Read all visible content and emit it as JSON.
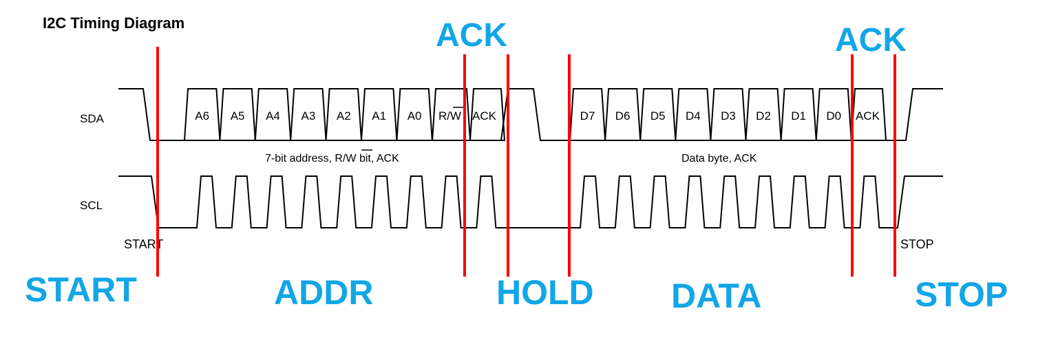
{
  "title": "I2C Timing Diagram",
  "signals": {
    "sda": "SDA",
    "scl": "SCL"
  },
  "address_bits": [
    "A6",
    "A5",
    "A4",
    "A3",
    "A2",
    "A1",
    "A0"
  ],
  "rw": {
    "prefix": "R/",
    "bar": "W"
  },
  "ack_label": "ACK",
  "data_bits": [
    "D7",
    "D6",
    "D5",
    "D4",
    "D3",
    "D2",
    "D1",
    "D0"
  ],
  "address_desc": {
    "prefix": "7-bit address, R/",
    "bar": "W",
    "suffix": " bit, ACK"
  },
  "data_desc": "Data byte, ACK",
  "markers": {
    "start": "START",
    "stop": "STOP"
  },
  "phases": {
    "start": "START",
    "addr": "ADDR",
    "hold": "HOLD",
    "data": "DATA",
    "stop": "STOP",
    "ack1": "ACK",
    "ack2": "ACK"
  },
  "colors": {
    "annotation": "#12a6e6",
    "marker_line": "#ff0000",
    "waveform": "#000000"
  }
}
